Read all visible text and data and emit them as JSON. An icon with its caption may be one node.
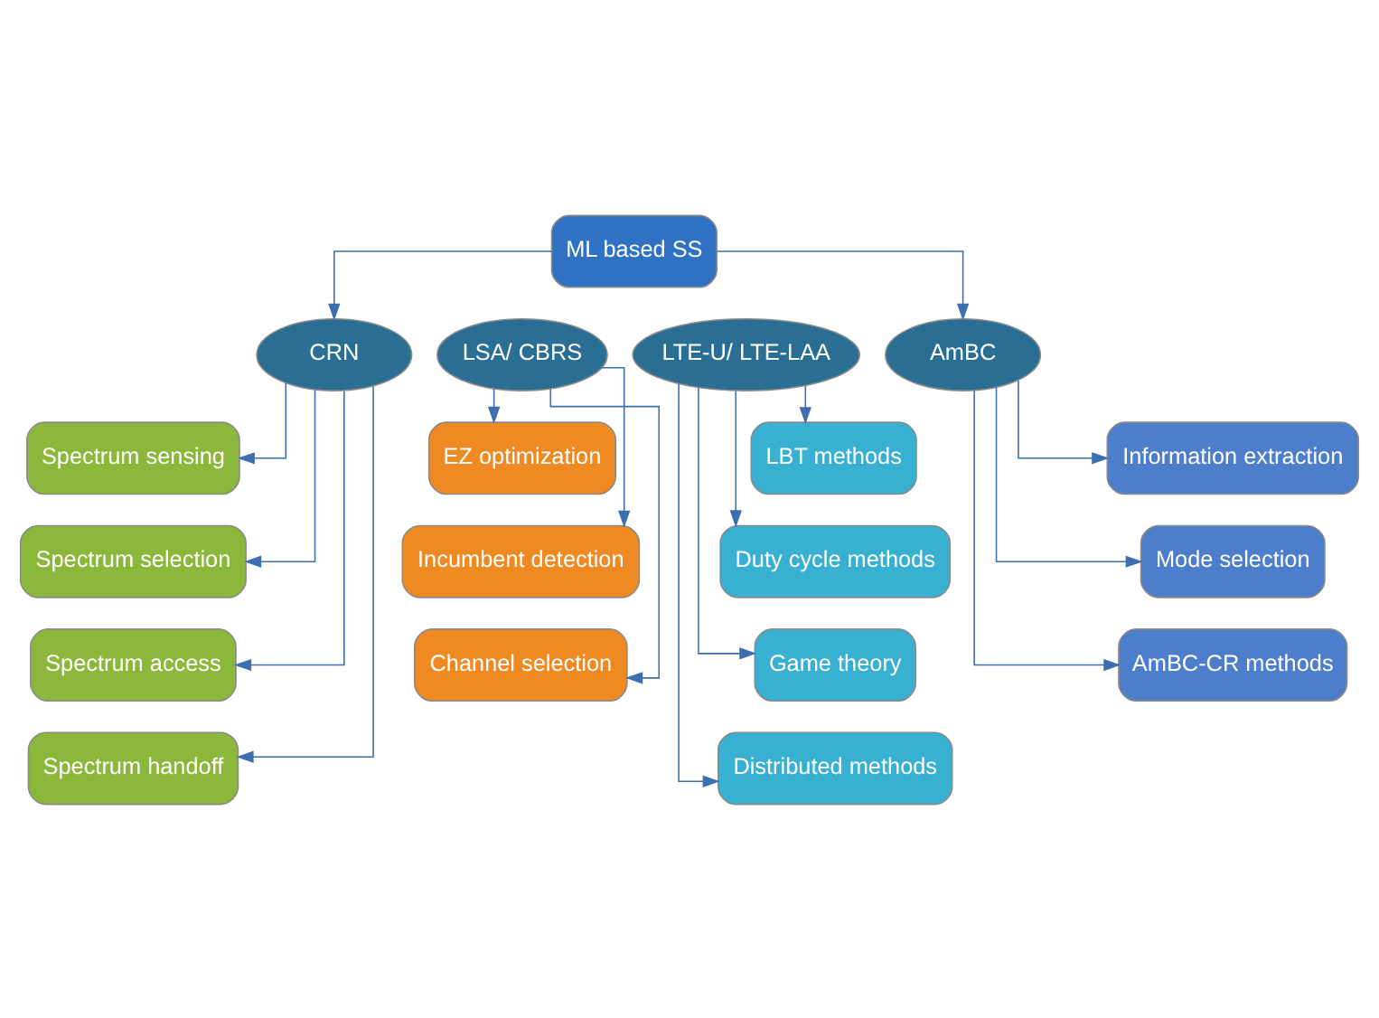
{
  "diagram": {
    "nodes": [
      {
        "text": [
          "ML based SS"
        ]
      },
      {
        "text": [
          "CRN"
        ]
      },
      {
        "text": [
          "LSA/ CBRS"
        ]
      },
      {
        "text": [
          "LTE-U/ LTE-LAA"
        ]
      },
      {
        "text": [
          "AmBC"
        ]
      },
      {
        "text": [
          "Spectrum sensing"
        ]
      },
      {
        "text": [
          "Spectrum selection"
        ]
      },
      {
        "text": [
          "Spectrum access"
        ]
      },
      {
        "text": [
          "Spectrum handoff"
        ]
      },
      {
        "text": [
          "EZ optimization"
        ]
      },
      {
        "text": [
          "Incumbent detection"
        ]
      },
      {
        "text": [
          "Channel selection"
        ]
      },
      {
        "text": [
          "LBT methods"
        ]
      },
      {
        "text": [
          "Duty cycle methods"
        ]
      },
      {
        "text": [
          "Game theory"
        ]
      },
      {
        "text": [
          "Distributed methods"
        ]
      },
      {
        "text": [
          "Information extraction"
        ]
      },
      {
        "text": [
          "Mode selection"
        ]
      },
      {
        "text": [
          "AmBC-CR methods"
        ]
      }
    ],
    "edges": [
      {
        "from": 0,
        "to": 1,
        "arrow": "to"
      },
      {
        "from": 0,
        "to": 4,
        "arrow": "to"
      },
      {
        "from": 1,
        "to": 5,
        "arrow": "to"
      },
      {
        "from": 1,
        "to": 6,
        "arrow": "to"
      },
      {
        "from": 1,
        "to": 7,
        "arrow": "to"
      },
      {
        "from": 1,
        "to": 8,
        "arrow": "to"
      },
      {
        "from": 2,
        "to": 9,
        "arrow": "to"
      },
      {
        "from": 2,
        "to": 10,
        "arrow": "to"
      },
      {
        "from": 2,
        "to": 11,
        "arrow": "to"
      },
      {
        "from": 3,
        "to": 12,
        "arrow": "to"
      },
      {
        "from": 3,
        "to": 13,
        "arrow": "to"
      },
      {
        "from": 3,
        "to": 14,
        "arrow": "to"
      },
      {
        "from": 3,
        "to": 15,
        "arrow": "to"
      },
      {
        "from": 4,
        "to": 16,
        "arrow": "to"
      },
      {
        "from": 4,
        "to": 17,
        "arrow": "to"
      },
      {
        "from": 4,
        "to": 18,
        "arrow": "to"
      }
    ]
  }
}
